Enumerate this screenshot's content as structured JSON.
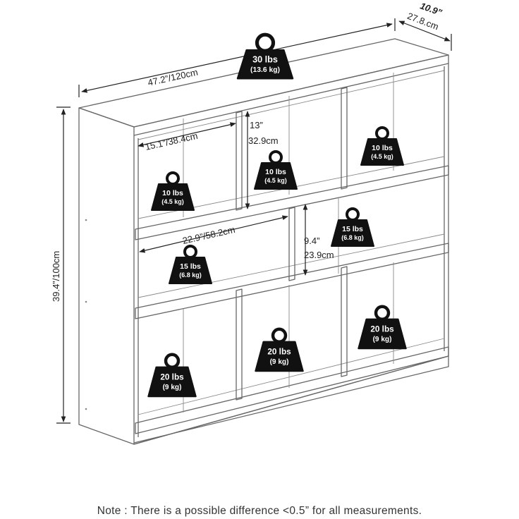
{
  "dimensions": {
    "width": "47.2”/120cm",
    "depth_in": "10.9”",
    "depth_cm": "27.8.cm",
    "height": "39.4”/100cm",
    "cube_width": "15.1”/38.4cm",
    "cube_height_in": "13”",
    "cube_height_cm": "32.9cm",
    "open_width": "22.9”/58.2cm",
    "open_height_in": "9.4”",
    "open_height_cm": "23.9cm"
  },
  "weights": [
    {
      "id": "top",
      "lbs": "30 lbs",
      "kg": "(13.6 kg)"
    },
    {
      "id": "row1-left",
      "lbs": "10 lbs",
      "kg": "(4.5 kg)"
    },
    {
      "id": "row1-middle",
      "lbs": "10 lbs",
      "kg": "(4.5 kg)"
    },
    {
      "id": "row1-right",
      "lbs": "10 lbs",
      "kg": "(4.5 kg)"
    },
    {
      "id": "row2-left",
      "lbs": "15 lbs",
      "kg": "(6.8 kg)"
    },
    {
      "id": "row2-right",
      "lbs": "15 lbs",
      "kg": "(6.8 kg)"
    },
    {
      "id": "row3-left",
      "lbs": "20 lbs",
      "kg": "(9 kg)"
    },
    {
      "id": "row3-middle",
      "lbs": "20 lbs",
      "kg": "(9 kg)"
    },
    {
      "id": "row3-right",
      "lbs": "20 lbs",
      "kg": "(9 kg)"
    }
  ],
  "note": "Note : There is a possible difference <0.5” for all measurements.",
  "colors": {
    "weight_fill": "#111111",
    "line": "#666666",
    "dimension": "#222222"
  }
}
